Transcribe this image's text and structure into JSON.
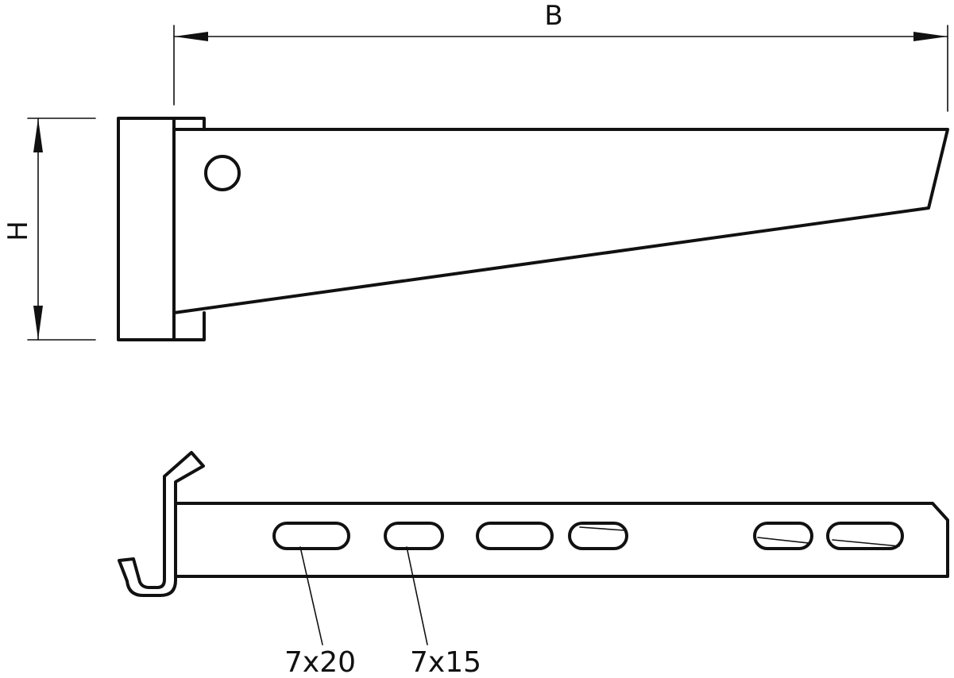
{
  "dimensions": {
    "width_label": "B",
    "height_label": "H"
  },
  "slot_callouts": [
    {
      "label": "7x20"
    },
    {
      "label": "7x15"
    }
  ],
  "colors": {
    "line": "#111111",
    "background": "#ffffff"
  }
}
